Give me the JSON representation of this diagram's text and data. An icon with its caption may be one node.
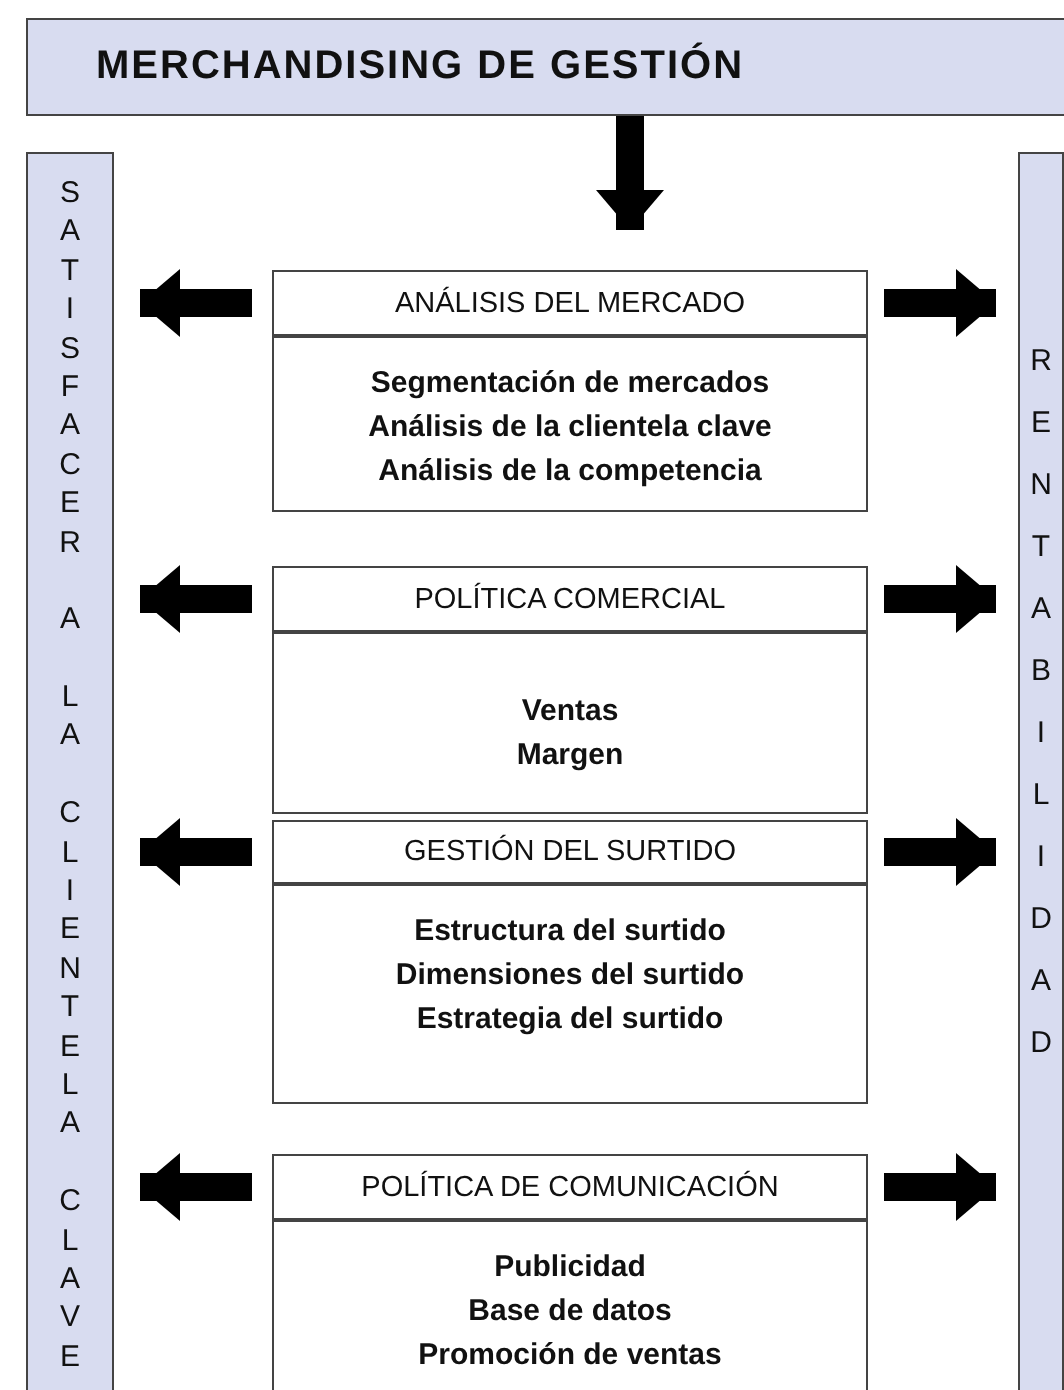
{
  "diagram": {
    "nodes": [
      {
        "text": [
          "MERCHANDISING DE GESTIÓN"
        ]
      },
      {
        "text": [
          "SATISFACER A LA CLIENTELA CLAVE"
        ]
      },
      {
        "text": [
          "RENTABILIDAD"
        ]
      },
      {
        "text": [
          "ANÁLISIS DEL MERCADO"
        ]
      },
      {
        "text": [
          "Segmentación de mercados",
          "Análisis de la clientela clave",
          "Análisis de la competencia"
        ]
      },
      {
        "text": [
          "POLÍTICA COMERCIAL"
        ]
      },
      {
        "text": [
          "Ventas",
          "Margen"
        ]
      },
      {
        "text": [
          "GESTIÓN DEL SURTIDO"
        ]
      },
      {
        "text": [
          "Estructura del surtido",
          "Dimensiones del surtido",
          "Estrategia del surtido"
        ]
      },
      {
        "text": [
          "POLÍTICA DE COMUNICACIÓN"
        ]
      },
      {
        "text": [
          "Publicidad",
          "Base de datos",
          "Promoción de ventas"
        ]
      }
    ],
    "edges": [
      {
        "from": 0,
        "to": 3,
        "arrow": "to"
      },
      {
        "from": 3,
        "to": 1,
        "arrow": "to"
      },
      {
        "from": 3,
        "to": 2,
        "arrow": "to"
      },
      {
        "from": 5,
        "to": 1,
        "arrow": "to"
      },
      {
        "from": 5,
        "to": 2,
        "arrow": "to"
      },
      {
        "from": 7,
        "to": 1,
        "arrow": "to"
      },
      {
        "from": 7,
        "to": 2,
        "arrow": "to"
      },
      {
        "from": 9,
        "to": 1,
        "arrow": "to"
      },
      {
        "from": 9,
        "to": 2,
        "arrow": "to"
      }
    ]
  }
}
